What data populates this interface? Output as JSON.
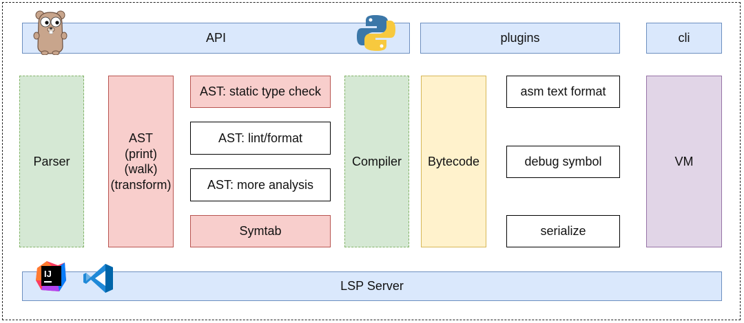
{
  "top": {
    "api": "API",
    "plugins": "plugins",
    "cli": "cli"
  },
  "middle": {
    "parser": "Parser",
    "ast": {
      "line1": "AST",
      "line2": "(print)",
      "line3": "(walk)",
      "line4": "(transform)"
    },
    "ast_static_type_check": "AST: static type check",
    "ast_lint_format": "AST: lint/format",
    "ast_more_analysis": "AST: more analysis",
    "symtab": "Symtab",
    "compiler": "Compiler",
    "bytecode": "Bytecode",
    "asm_text_format": "asm text format",
    "debug_symbol": "debug symbol",
    "serialize": "serialize",
    "vm": "VM"
  },
  "bottom": {
    "lsp_server": "LSP Server"
  },
  "icons": {
    "gopher": "go-gopher-icon",
    "python": "python-logo-icon",
    "intellij": "intellij-idea-icon",
    "vscode": "vscode-icon",
    "intellij_text": "IJ"
  },
  "colors": {
    "blue_fill": "#dae8fc",
    "blue_stroke": "#6c8ebf",
    "green_fill": "#d5e8d4",
    "green_stroke": "#82b366",
    "red_fill": "#f8cecc",
    "red_stroke": "#b85450",
    "yellow_fill": "#fff2cc",
    "yellow_stroke": "#d6b656",
    "purple_fill": "#e1d5e7",
    "purple_stroke": "#9673a6"
  }
}
